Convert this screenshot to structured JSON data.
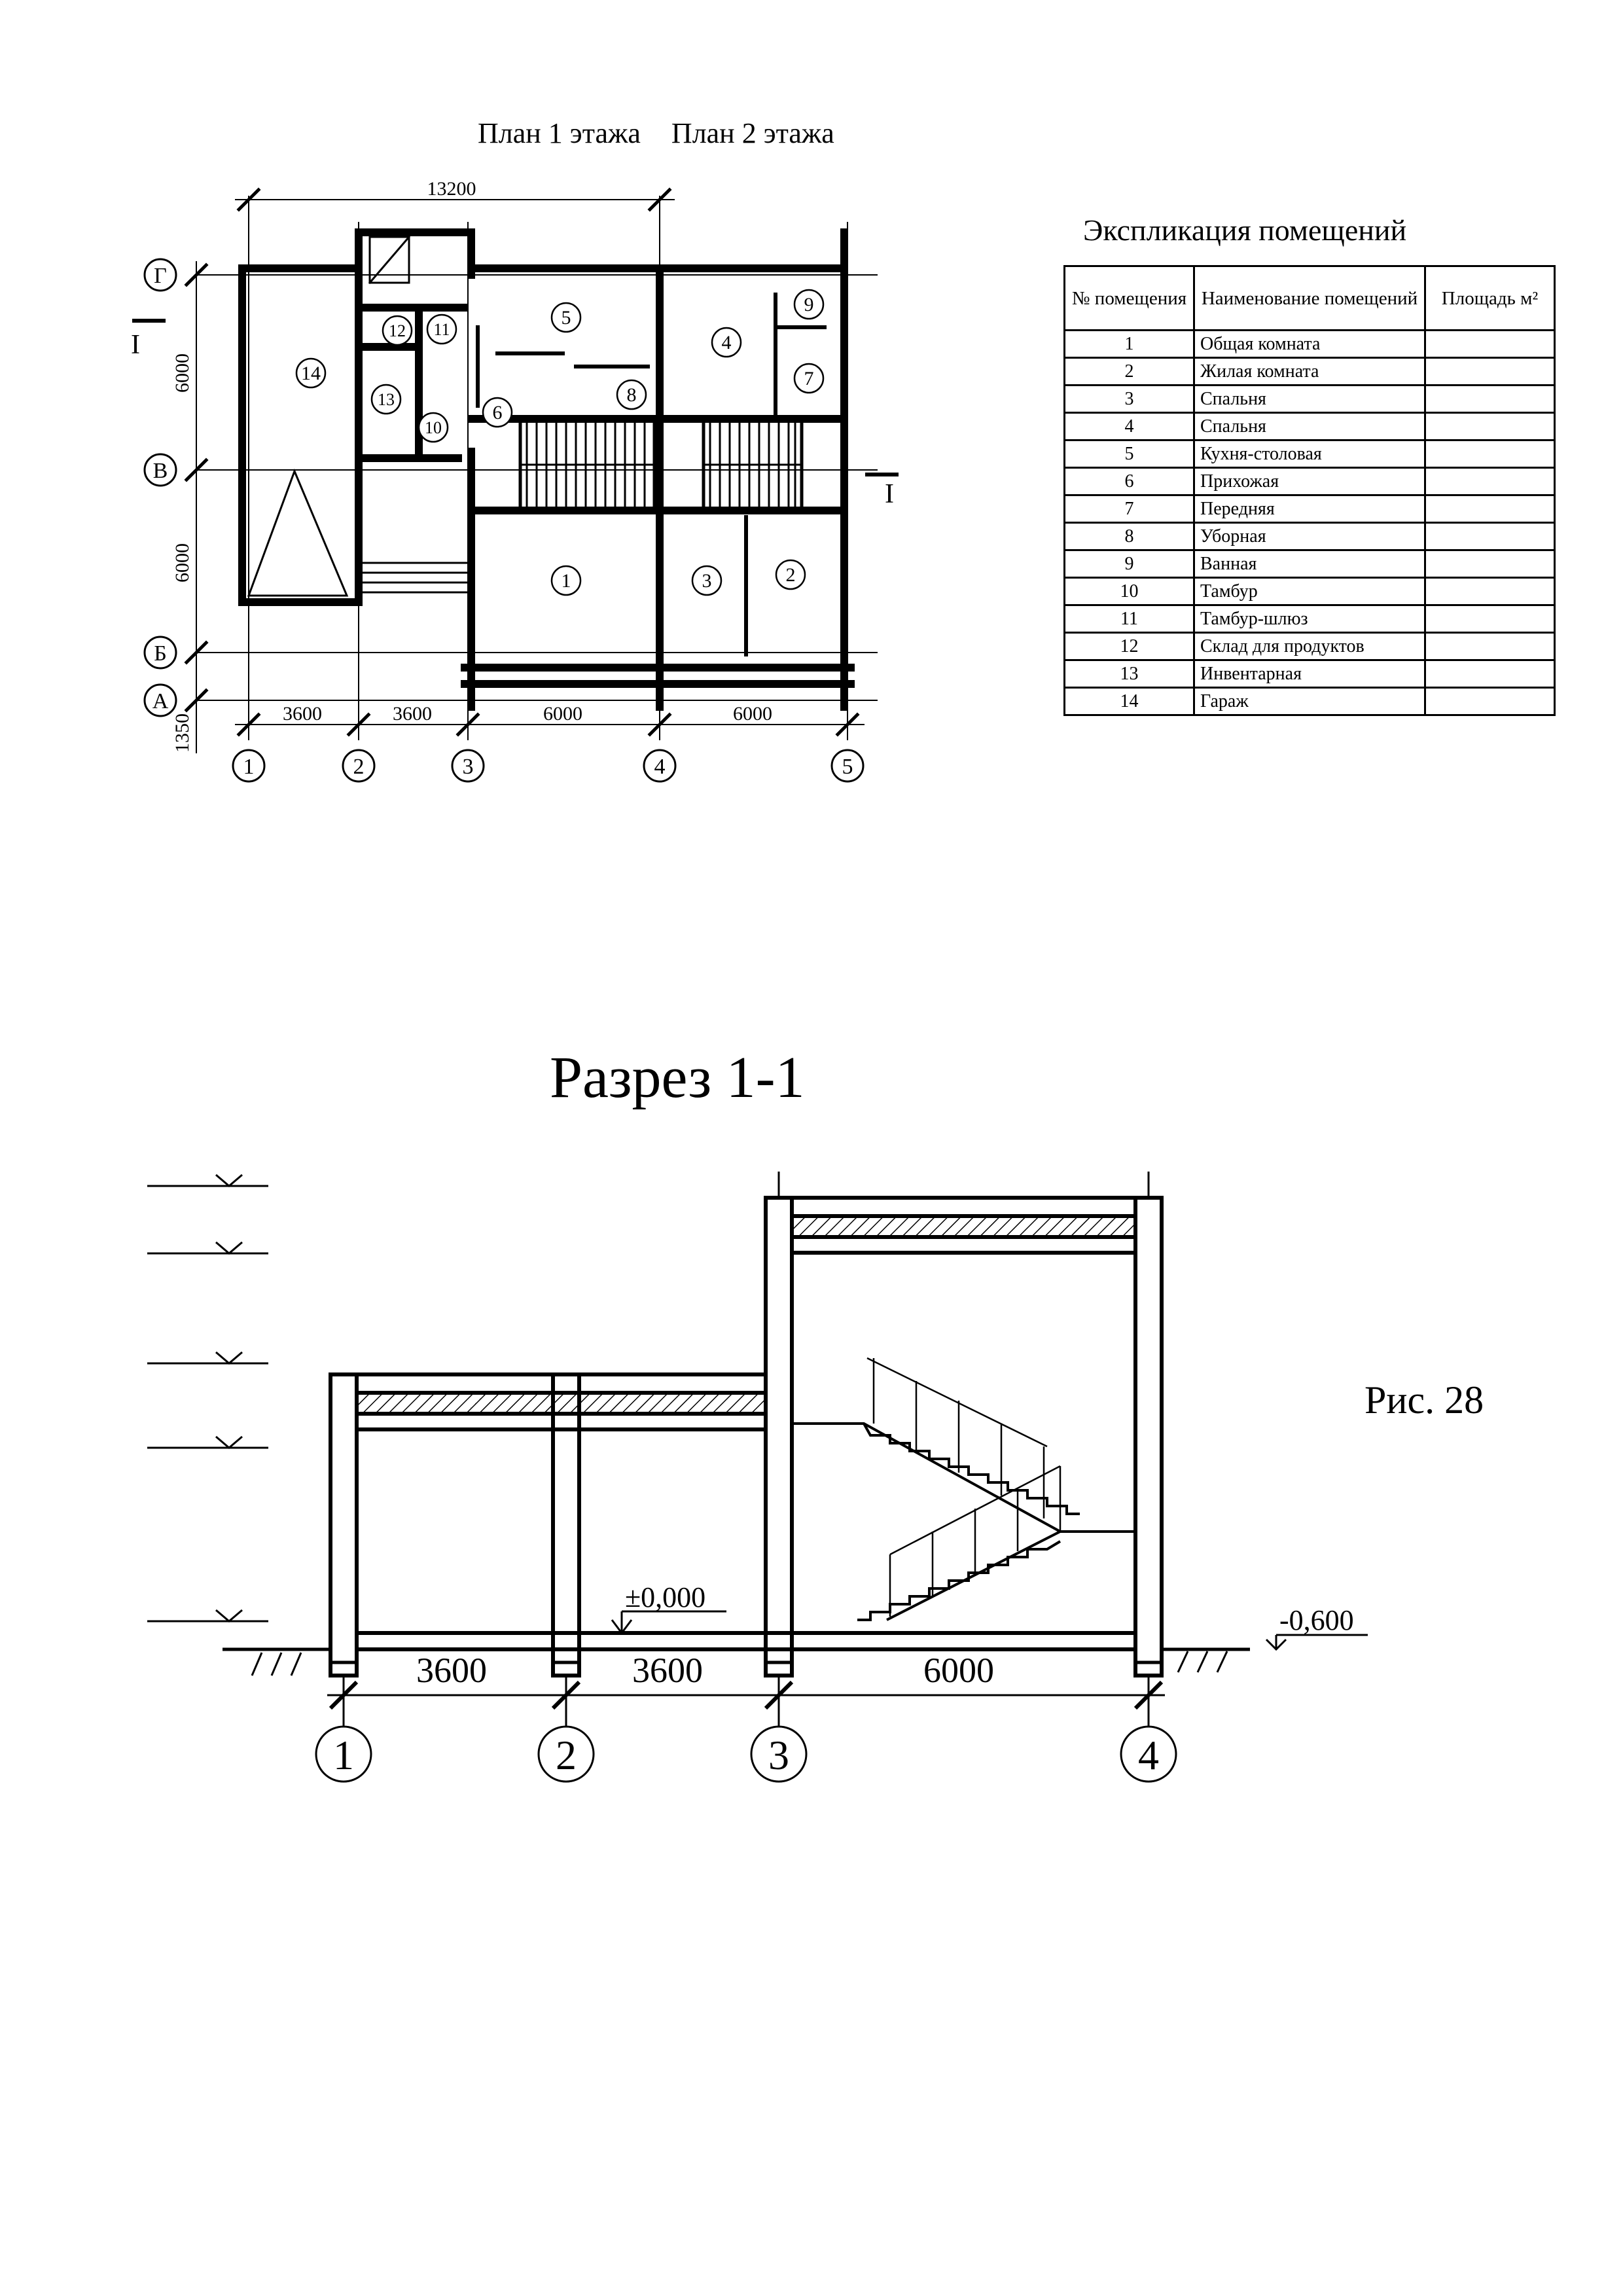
{
  "plan": {
    "title_floor1": "План 1 этажа",
    "title_floor2": "План 2 этажа",
    "dim_total": "13200",
    "dim_bottom": [
      "3600",
      "3600",
      "6000",
      "6000"
    ],
    "dim_left": [
      "6000",
      "6000",
      "1350"
    ],
    "axes_letters": [
      "Г",
      "В",
      "Б",
      "А"
    ],
    "axes_numbers": [
      "1",
      "2",
      "3",
      "4",
      "5"
    ],
    "section_mark": "I",
    "rooms": [
      "1",
      "2",
      "3",
      "4",
      "5",
      "6",
      "7",
      "8",
      "9",
      "10",
      "11",
      "12",
      "13",
      "14"
    ]
  },
  "explication": {
    "title": "Экспликация помещений",
    "headers": [
      "№ помещения",
      "Наименование помещений",
      "Площадь м²"
    ],
    "rows": [
      {
        "num": "1",
        "name": "Общая комната",
        "area": ""
      },
      {
        "num": "2",
        "name": "Жилая комната",
        "area": ""
      },
      {
        "num": "3",
        "name": "Спальня",
        "area": ""
      },
      {
        "num": "4",
        "name": "Спальня",
        "area": ""
      },
      {
        "num": "5",
        "name": "Кухня-столовая",
        "area": ""
      },
      {
        "num": "6",
        "name": "Прихожая",
        "area": ""
      },
      {
        "num": "7",
        "name": "Передняя",
        "area": ""
      },
      {
        "num": "8",
        "name": "Уборная",
        "area": ""
      },
      {
        "num": "9",
        "name": "Ванная",
        "area": ""
      },
      {
        "num": "10",
        "name": "Тамбур",
        "area": ""
      },
      {
        "num": "11",
        "name": "Тамбур-шлюз",
        "area": ""
      },
      {
        "num": "12",
        "name": "Склад для продуктов",
        "area": ""
      },
      {
        "num": "13",
        "name": "Инвентарная",
        "area": ""
      },
      {
        "num": "14",
        "name": "Гараж",
        "area": ""
      }
    ]
  },
  "section": {
    "title": "Разрез 1-1",
    "level_zero": "±0,000",
    "level_ground": "-0,600",
    "dims": [
      "3600",
      "3600",
      "6000"
    ],
    "axes": [
      "1",
      "2",
      "3",
      "4"
    ]
  },
  "figure_label": "Рис. 28"
}
